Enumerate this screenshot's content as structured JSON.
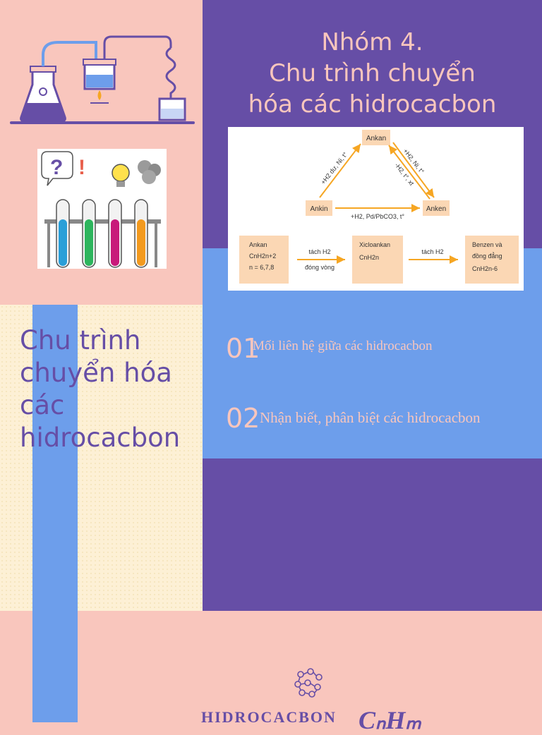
{
  "slide1": {
    "title_lines": [
      "Nhóm 4.",
      "Chu trình chuyển",
      "hóa các hidrocacbon"
    ],
    "diagram": {
      "node_ankan": "Ankan",
      "node_ankin": "Ankin",
      "node_anken": "Anken",
      "edge_left": "+H2 dư, Ni, t°",
      "edge_right_top": "+H2, Ni, t°",
      "edge_right_bottom": "-H2, t°, xt",
      "edge_bottom": "+H2, Pd/PbCO3, t°",
      "box1_line1": "Ankan",
      "box1_formula": "CnH2n+2",
      "box1_line3": "n = 6,7,8",
      "arrow1_line1": "tách H2",
      "arrow1_line2": "đóng vòng",
      "box2_line1": "Xicloankan",
      "box2_formula": "CnH2n",
      "arrow2_line1": "tách H2",
      "box3_line1": "Benzen và",
      "box3_line2": "đồng đẳng",
      "box3_formula": "CnH2n-6"
    }
  },
  "slide2": {
    "title_lines": [
      "Chu trình",
      "chuyển hóa",
      "các",
      "hidrocacbon"
    ],
    "items": [
      {
        "number": "01",
        "text": "Mối liên hệ giữa các hidrocacbon"
      },
      {
        "number": "02",
        "text": "Nhận biết, phân biệt các hidrocacbon"
      }
    ]
  },
  "slide3": {
    "title": "HIDROCACBON",
    "formula": "CₙHₘ"
  },
  "colors": {
    "pink": "#f9c6bd",
    "purple": "#664ea6",
    "blue": "#6d9eeb",
    "cream": "#fdf0d5",
    "orange": "#f6a623"
  }
}
